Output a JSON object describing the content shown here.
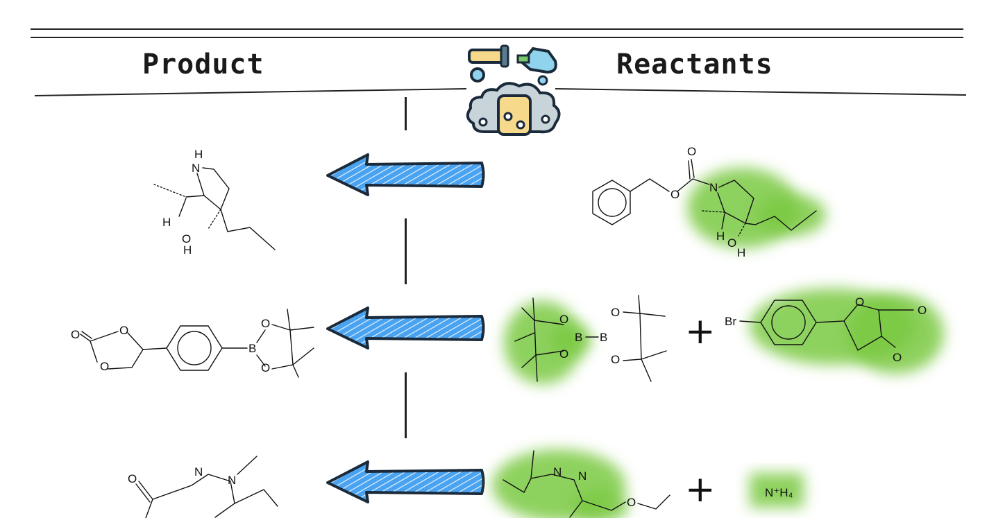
{
  "headers": {
    "product": "Product",
    "reactants": "Reactants"
  },
  "colors": {
    "arrow": "#4aa3f0",
    "arrow_outline": "#1b2a3a",
    "highlight": "#7ac943"
  },
  "rows": [
    {
      "product": {
        "atoms": [
          "H",
          "N",
          "H",
          "O",
          "H"
        ]
      },
      "reactants": [
        {
          "atoms": [
            "O",
            "O",
            "N",
            "H",
            "O",
            "H"
          ]
        }
      ]
    },
    {
      "product": {
        "atoms": [
          "O",
          "O",
          "O",
          "B",
          "O",
          "O"
        ]
      },
      "reactants": [
        {
          "atoms": [
            "O",
            "B",
            "O",
            "B",
            "O",
            "O"
          ]
        },
        {
          "atoms": [
            "Br",
            "O",
            "O",
            "O"
          ]
        }
      ]
    },
    {
      "product": {
        "atoms": [
          "O",
          "N",
          "N"
        ]
      },
      "reactants": [
        {
          "atoms": [
            "N",
            "N",
            "O"
          ]
        },
        {
          "label": "N⁺H₄"
        }
      ]
    }
  ],
  "operator": "+"
}
